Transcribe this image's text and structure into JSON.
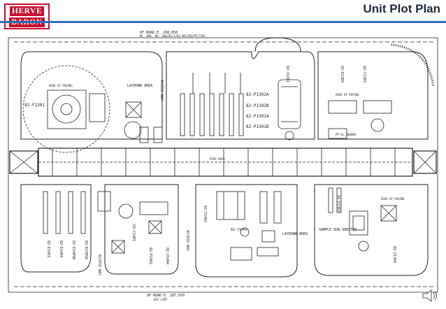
{
  "header": {
    "logo_line1": "HERVE",
    "logo_line2": "BARON",
    "title": "Unit Plot Plan"
  },
  "plan": {
    "road_top": "OF ROAD  E. 298,050",
    "road_top_note": "ML. DWG. NO. 200/82/1/02-WP/250/PP/7501",
    "road_bottom": "OF ROAD  E. 287,020",
    "bottom_limit": "ERC LINT",
    "edge_left": "EDGE OF PAVING",
    "edge_right": "EDGE OF PAVING",
    "edge_mid": "EDGE OF PAVING",
    "f1301": "82-F1301",
    "p1302a": "82-P1302A",
    "p1302b": "82-P1302B",
    "p1301a": "82-P1301A",
    "p1301b": "82-P1301B",
    "laydown": "LAYDOWN AREA",
    "laydown2": "LAYDOWN AREA",
    "access": "ACCESS WAY",
    "access2": "ACCESS WAY",
    "access3": "ACCESS WAY",
    "sample_sun": "SAMPLE SUN SHELTER",
    "y1401": "82-Y1401",
    "c1401": "82-C1401",
    "f1401": "82-F1401",
    "e1403": "82-E1403",
    "e1404": "82-E1404",
    "e1405b": "82-E1405B",
    "e1405a": "82-E1405A",
    "v1404": "82-V1404",
    "p1402": "82-P1402",
    "c1303": "82-C1303",
    "e1305": "82-E1305",
    "v1301": "82-V1301",
    "v1304": "82-V1304",
    "e1302": "82-E1302",
    "pipe_rack": "PIPE RACK",
    "el_note": "PP EL.100000"
  }
}
